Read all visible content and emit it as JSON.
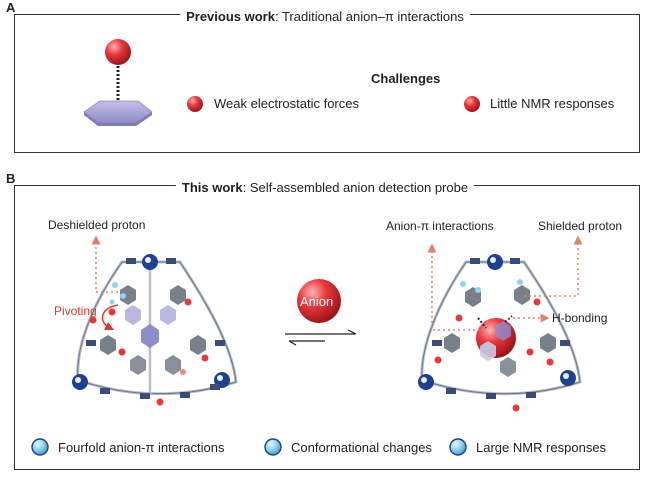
{
  "panel_a": {
    "letter": "A",
    "title_bold": "Previous work",
    "title_rest": ": Traditional anion–π interactions",
    "challenges_heading": "Challenges",
    "challenges": [
      {
        "label": "Weak electrostatic forces"
      },
      {
        "label": "Little NMR responses"
      }
    ]
  },
  "panel_b": {
    "letter": "B",
    "title_bold": "This work",
    "title_rest": ": Self-assembled anion detection probe",
    "left_cage": {
      "deshielded_label": "Deshielded proton",
      "pivoting_label": "Pivoting"
    },
    "anion_label": "Anion",
    "right_cage": {
      "anion_pi_label": "Anion-π interactions",
      "shielded_label": "Shielded proton",
      "hbond_label": "H-bonding"
    },
    "features": [
      {
        "label": "Fourfold anion-π interactions"
      },
      {
        "label": "Conformational changes"
      },
      {
        "label": "Large NMR responses"
      }
    ]
  },
  "colors": {
    "red_sphere": "#e8383d",
    "light_blue_dot": "#8fd3ee",
    "arene_lavender": "#a9a6d6",
    "dotted_arrow": "#e0826a",
    "pivot_red": "#d83a2e",
    "cage_dark_blue": "#1f3f8f",
    "cage_grey": "#7a808a"
  }
}
